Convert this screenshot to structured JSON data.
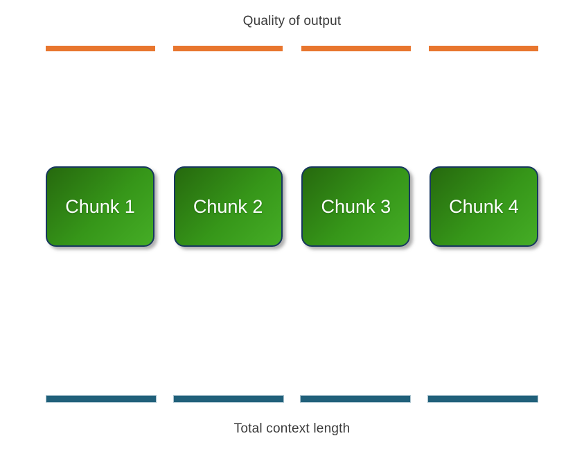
{
  "quality_axis": {
    "label": "Quality of output",
    "bar_count": 4
  },
  "context_axis": {
    "label": "Total context length",
    "bar_count": 4
  },
  "chunks": [
    {
      "label": "Chunk 1"
    },
    {
      "label": "Chunk 2"
    },
    {
      "label": "Chunk 3"
    },
    {
      "label": "Chunk 4"
    }
  ],
  "colors": {
    "quality_bar": "#E8762E",
    "context_bar": "#20607A",
    "context_bar_edge": "#A9C3CE",
    "chunk_border": "#17375E",
    "chunk_grad_start": "#26690E",
    "chunk_grad_mid": "#369619",
    "chunk_grad_end": "#45AD26",
    "chunk_text": "#FFFFFF",
    "label_text": "#3A3A3A"
  }
}
